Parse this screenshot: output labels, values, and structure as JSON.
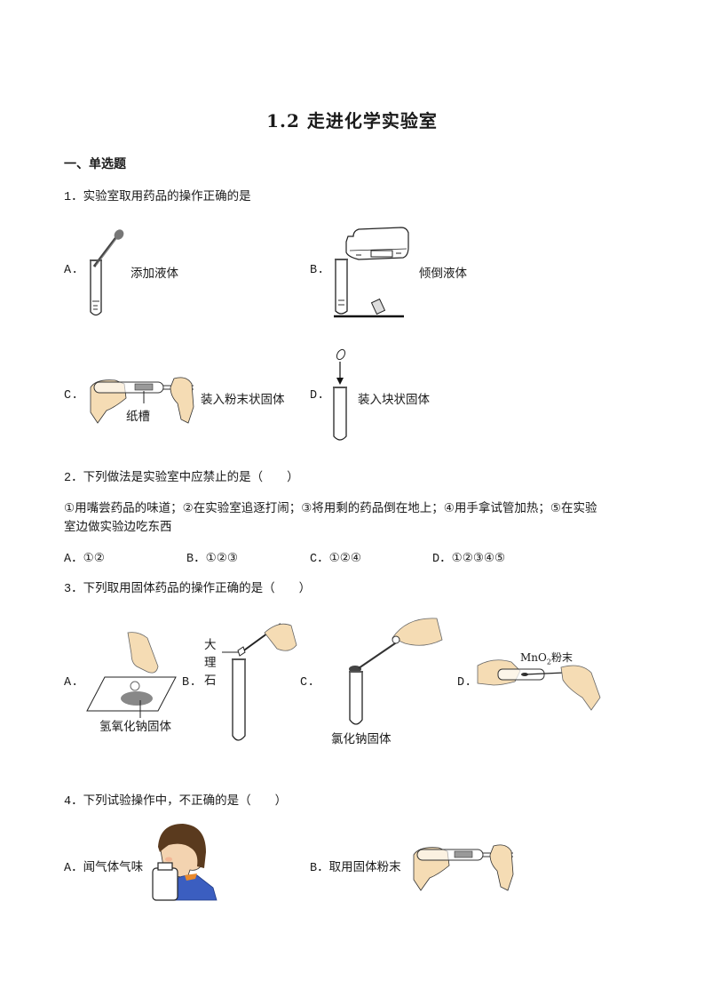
{
  "title": "1.2 走进化学实验室",
  "section": "一、单选题",
  "questions": [
    {
      "number": "1．",
      "stem": "实验室取用药品的操作正确的是",
      "options": [
        {
          "letter": "A.",
          "caption": "添加液体",
          "figure": "dropper-over-test-tube"
        },
        {
          "letter": "B.",
          "caption": "倾倒液体",
          "figure": "reagent-bottle-pouring"
        },
        {
          "letter": "C.",
          "caption": "装入粉末状固体",
          "sub_label": "纸槽",
          "figure": "paper-trough-in-test-tube"
        },
        {
          "letter": "D.",
          "caption": "装入块状固体",
          "figure": "solid-dropped-into-upright-tube"
        }
      ]
    },
    {
      "number": "2．",
      "stem": "下列做法是实验室中应禁止的是（　　）",
      "statement_line1": "①用嘴尝药品的味道；②在实验室追逐打闹；③将用剩的药品倒在地上；④用手拿试管加热；⑤在实验",
      "statement_line2": "室边做实验边吃东西",
      "options": [
        {
          "letter": "A．",
          "value": "①②"
        },
        {
          "letter": "B．",
          "value": "①②③"
        },
        {
          "letter": "C．",
          "value": "①②④"
        },
        {
          "letter": "D．",
          "value": "①②③④⑤"
        }
      ]
    },
    {
      "number": "3．",
      "stem": "下列取用固体药品的操作正确的是（　　）",
      "options": [
        {
          "letter": "A.",
          "caption": "氢氧化钠固体",
          "figure": "hand-on-paper-with-powder"
        },
        {
          "letter": "B.",
          "label_chars": [
            "大",
            "理",
            "石"
          ],
          "figure": "tweezers-over-test-tube"
        },
        {
          "letter": "C.",
          "caption": "氯化钠固体",
          "figure": "spoon-over-test-tube"
        },
        {
          "letter": "D.",
          "label": "MnO",
          "label_sub": "2",
          "label_suffix": "粉末",
          "figure": "spatula-into-horizontal-tube"
        }
      ]
    },
    {
      "number": "4．",
      "stem": "下列试验操作中，不正确的是（　　）",
      "options": [
        {
          "letter": "A．",
          "caption": "闻气体气味",
          "figure": "boy-smelling-bottle"
        },
        {
          "letter": "B．",
          "caption": "取用固体粉末",
          "figure": "paper-trough-in-test-tube"
        }
      ]
    }
  ]
}
